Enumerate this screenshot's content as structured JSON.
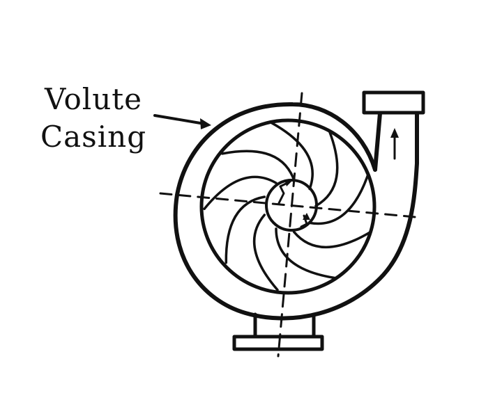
{
  "diagram": {
    "label": {
      "line1": "Volute",
      "line2": "Casing"
    },
    "colors": {
      "ink": "#111111",
      "background": "#ffffff"
    },
    "impeller": {
      "vanes": 9,
      "rotation": "counter-clockwise"
    }
  }
}
